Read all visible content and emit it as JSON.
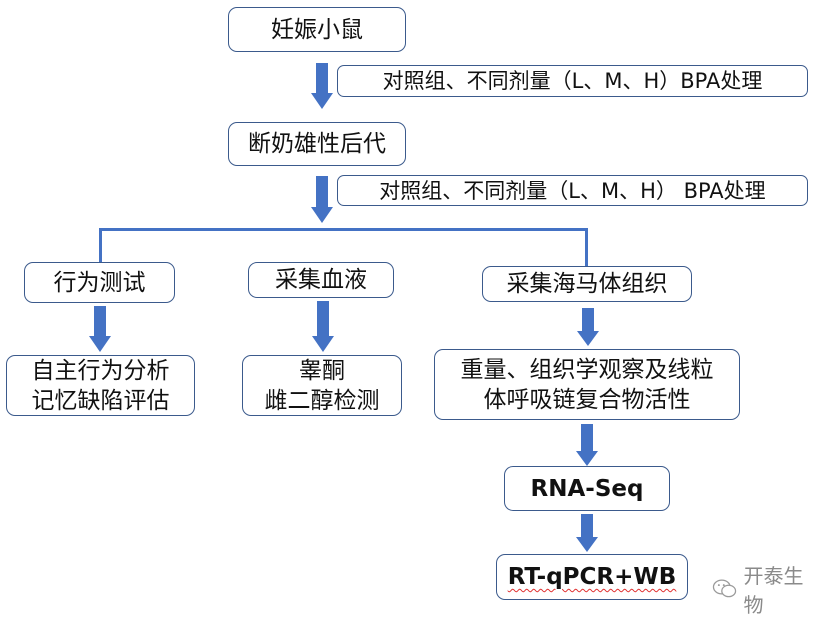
{
  "diagram": {
    "type": "flowchart",
    "colors": {
      "arrow": "#4472c4",
      "border": "#3b5a8c",
      "text": "#111111",
      "watermark": "#8a8a8a"
    },
    "nodes": {
      "pregnant_mice": "妊娠小鼠",
      "treatment_1": "对照组、不同剂量（L、M、H）BPA处理",
      "weaned_male_offspring": "断奶雄性后代",
      "treatment_2": "对照组、不同剂量（L、M、H） BPA处理",
      "behavior_test": "行为测试",
      "blood_collection": "采集血液",
      "hippocampus_collection": "采集海马体组织",
      "behavior_analysis": [
        "自主行为分析",
        "记忆缺陷评估"
      ],
      "hormone_detection": [
        "睾酮",
        "雌二醇检测"
      ],
      "tissue_analysis": [
        "重量、组织学观察及线粒",
        "体呼吸链复合物活性"
      ],
      "rna_seq": "RNA-Seq",
      "validation": "RT-qPCR+WB"
    },
    "edges": [
      [
        "pregnant_mice",
        "weaned_male_offspring"
      ],
      [
        "weaned_male_offspring",
        "behavior_test"
      ],
      [
        "weaned_male_offspring",
        "blood_collection"
      ],
      [
        "weaned_male_offspring",
        "hippocampus_collection"
      ],
      [
        "behavior_test",
        "behavior_analysis"
      ],
      [
        "blood_collection",
        "hormone_detection"
      ],
      [
        "hippocampus_collection",
        "tissue_analysis"
      ],
      [
        "tissue_analysis",
        "rna_seq"
      ],
      [
        "rna_seq",
        "validation"
      ]
    ]
  },
  "watermark": {
    "icon": "wechat-icon",
    "text": "开泰生物"
  }
}
